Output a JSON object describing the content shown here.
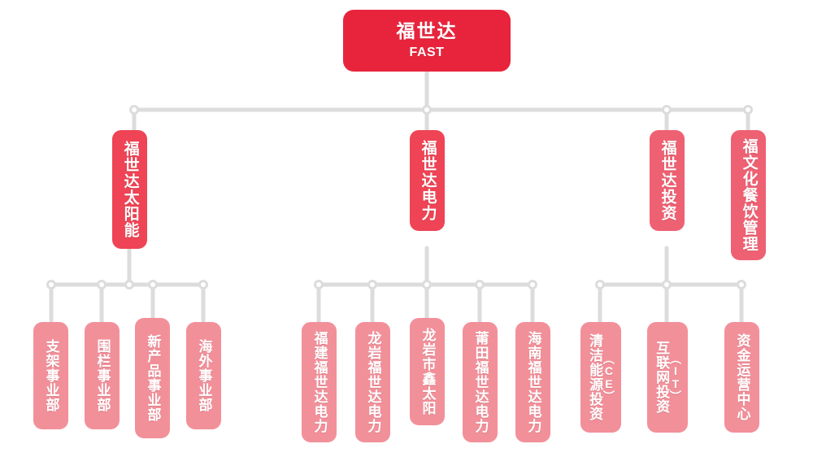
{
  "diagram": {
    "title_cn": "福世达",
    "title_en": "FAST",
    "palette": {
      "root": "#E8243C",
      "level2": "#EE4455",
      "level2_soft": "#EE6172",
      "level3": "#F2909A",
      "connector": "#DCDCDC",
      "background": "#FFFFFF",
      "text": "#FFFFFF"
    },
    "root": {
      "name_cn": "福世达",
      "name_en": "FAST"
    },
    "divisions": [
      {
        "id": "solar",
        "label": "福世达太阳能",
        "children": [
          {
            "id": "bracket",
            "label": "支架事业部"
          },
          {
            "id": "fence",
            "label": "围栏事业部"
          },
          {
            "id": "newproduct",
            "label": "新产品事业部"
          },
          {
            "id": "overseas",
            "label": "海外事业部"
          }
        ]
      },
      {
        "id": "power",
        "label": "福世达电力",
        "children": [
          {
            "id": "fujian-power",
            "label": "福建福世达电力"
          },
          {
            "id": "longyan-power",
            "label": "龙岩福世达电力"
          },
          {
            "id": "longyan-xintai",
            "label": "龙岩市鑫太阳"
          },
          {
            "id": "putian-power",
            "label": "莆田福世达电力"
          },
          {
            "id": "hainan-power",
            "label": "海南福世达电力"
          }
        ]
      },
      {
        "id": "investment",
        "label": "福世达投资",
        "children": [
          {
            "id": "clean-energy",
            "label": "清洁能源投资",
            "sub": "（CE）"
          },
          {
            "id": "internet",
            "label": "互联网投资",
            "sub": "（IT）"
          },
          {
            "id": "capital-ops",
            "label": "资金运营中心"
          }
        ]
      },
      {
        "id": "culture-catering",
        "label": "福文化餐饮管理",
        "children": []
      }
    ]
  }
}
